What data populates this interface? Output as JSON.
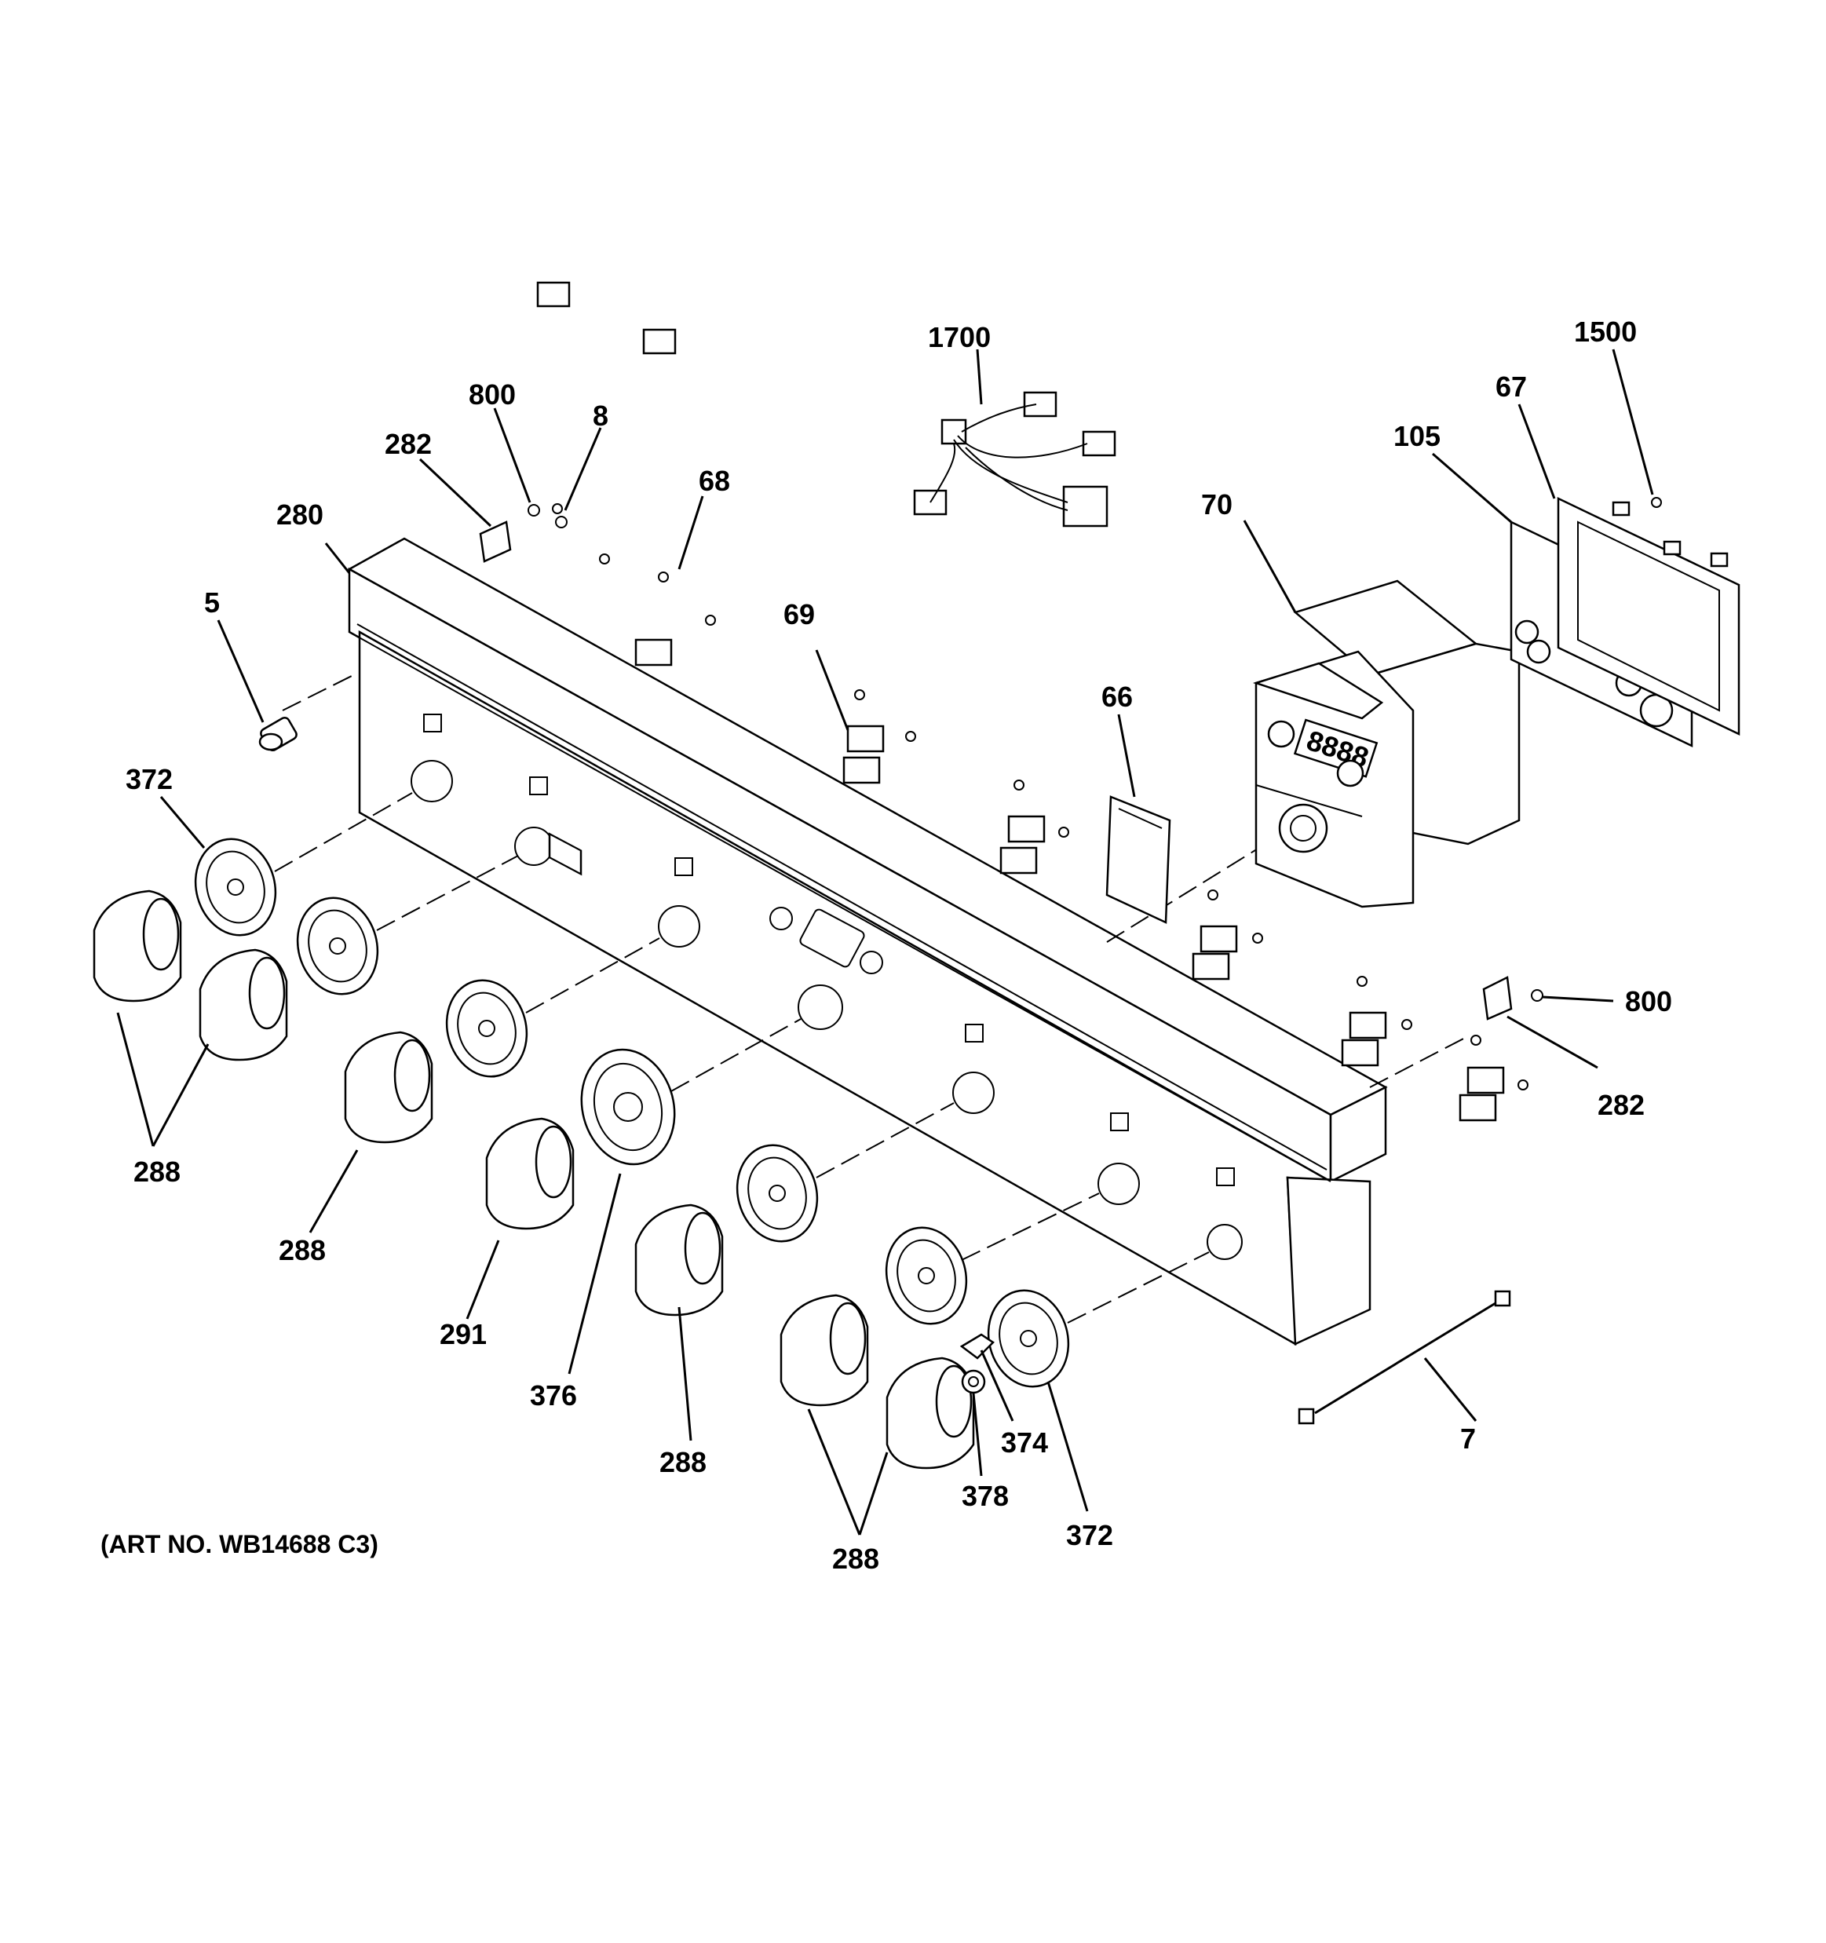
{
  "callouts": [
    {
      "id": "c1700",
      "text": "1700"
    },
    {
      "id": "c1500",
      "text": "1500"
    },
    {
      "id": "c800a",
      "text": "800"
    },
    {
      "id": "c8",
      "text": "8"
    },
    {
      "id": "c282a",
      "text": "282"
    },
    {
      "id": "c67",
      "text": "67"
    },
    {
      "id": "c105",
      "text": "105"
    },
    {
      "id": "c68",
      "text": "68"
    },
    {
      "id": "c280",
      "text": "280"
    },
    {
      "id": "c70",
      "text": "70"
    },
    {
      "id": "c5",
      "text": "5"
    },
    {
      "id": "c69",
      "text": "69"
    },
    {
      "id": "c66",
      "text": "66"
    },
    {
      "id": "c372a",
      "text": "372"
    },
    {
      "id": "c800b",
      "text": "800"
    },
    {
      "id": "c282b",
      "text": "282"
    },
    {
      "id": "c288a",
      "text": "288"
    },
    {
      "id": "c288b",
      "text": "288"
    },
    {
      "id": "c291",
      "text": "291"
    },
    {
      "id": "c376",
      "text": "376"
    },
    {
      "id": "c7",
      "text": "7"
    },
    {
      "id": "c374",
      "text": "374"
    },
    {
      "id": "c288c",
      "text": "288"
    },
    {
      "id": "c378",
      "text": "378"
    },
    {
      "id": "c372b",
      "text": "372"
    },
    {
      "id": "c288d",
      "text": "288"
    }
  ],
  "caption": "(ART NO. WB14688 C3)",
  "display_readout": "8888"
}
